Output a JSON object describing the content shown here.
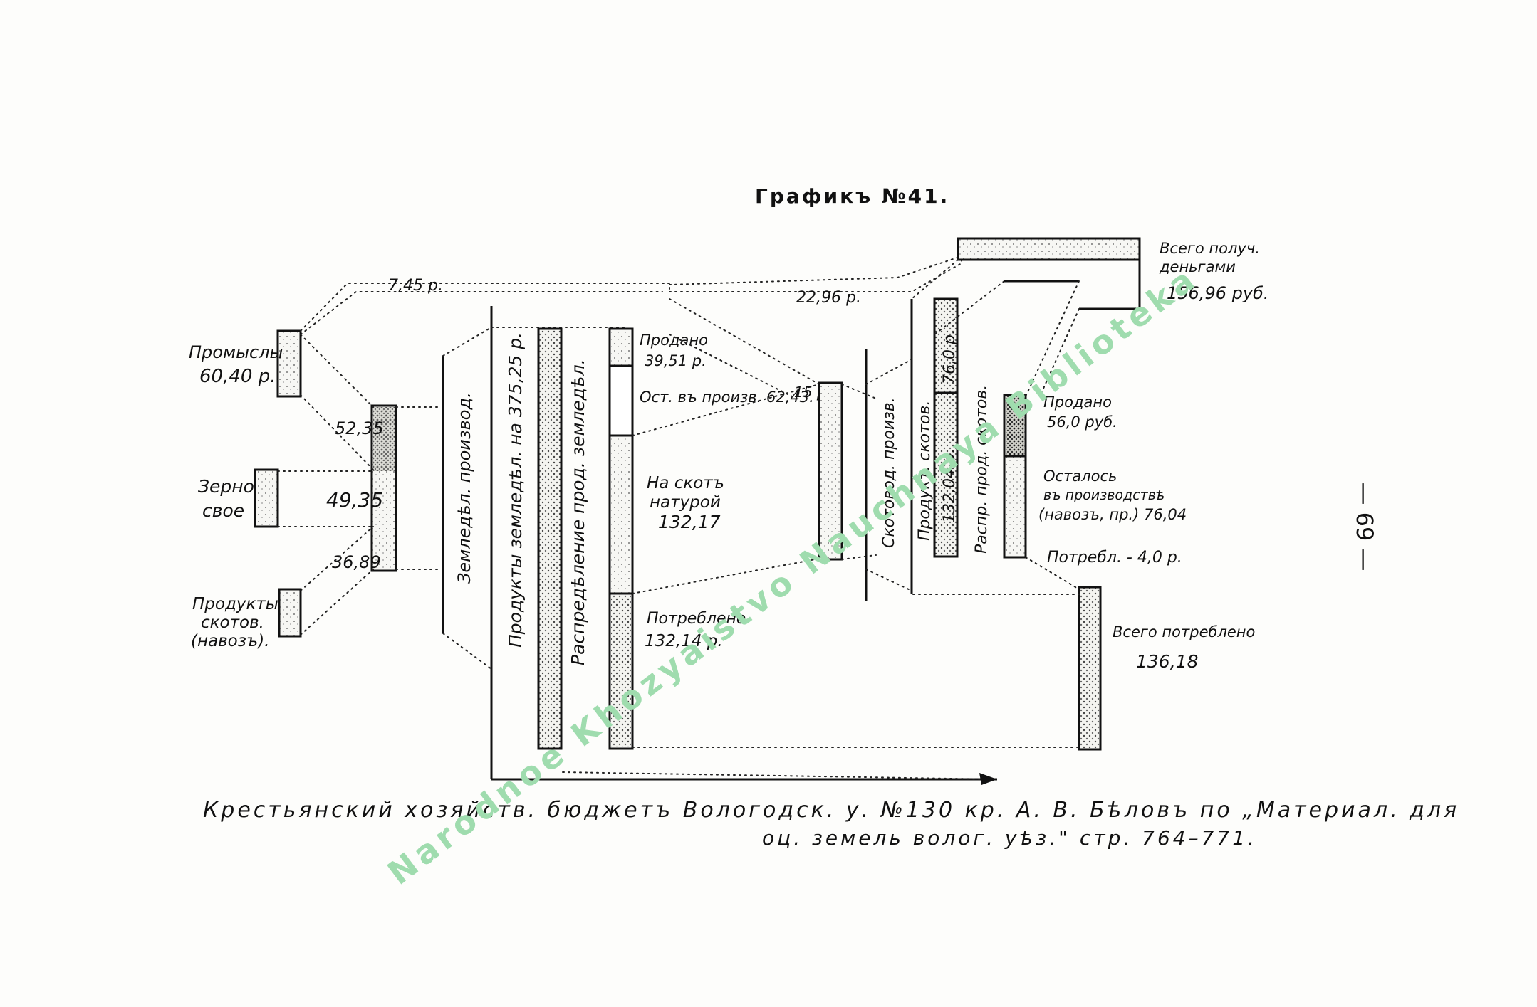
{
  "title": "Графикъ №41.",
  "page_number": "— 69 —",
  "left": {
    "promysly": [
      "Промыслы",
      "60,40 р."
    ],
    "zerno": [
      "Зерно",
      "свое"
    ],
    "produkty_skotov": [
      "Продукты",
      "скотов.",
      "(навозъ)."
    ]
  },
  "flow_values": {
    "v1": "7,45 р.",
    "v2": "22,96 р.",
    "v3": "52,35",
    "v4": "49,35",
    "v5": "36,89",
    "v6": "15 р."
  },
  "bars": {
    "zemled_proizvod": "Земледѣл. производ.",
    "produkty_zemled": "Продукты земледѣл. на 375,25 р.",
    "raspredelenie": "Распредѣление прод. земледѣл.",
    "skotovod_proizv": "Скотовод. произв.",
    "produkt_skotov": "Продукт. скотов.",
    "raspr_prod_skotov": "Распр. прод. скотов.",
    "v_bar_1": "132,04 р.",
    "v_bar_2": "76,0 р."
  },
  "middle": {
    "prodano": [
      "Продано",
      "39,51 р."
    ],
    "ost_v_proizv": "Ост. въ произв. 62,43.",
    "na_skot": [
      "На скотъ",
      "натурой",
      "132,17"
    ],
    "potrebleno": [
      "Потреблено",
      "132,14 р."
    ]
  },
  "right": {
    "vsego_poluch": [
      "Всего получ.",
      "деньгами",
      "156,96 руб."
    ],
    "prodano": [
      "Продано",
      "56,0 руб."
    ],
    "ostalos": [
      "Осталось",
      "въ производствѣ",
      "(навозъ, пр.) 76,04"
    ],
    "potrebl": "Потребл. - 4,0 р.",
    "vsego_potrebleno": [
      "Всего потреблено",
      "136,18"
    ]
  },
  "caption": [
    "Крестьянский хозяйств. бюджетъ Вологодск. у. №130 кр. А. В. Бѣловъ по „Материал. для",
    "оц. земель волог. уѣз.\" стр. 764–771."
  ],
  "watermark": "Narodnoe Khozyaistvo Nauchnaya Biblioteka"
}
